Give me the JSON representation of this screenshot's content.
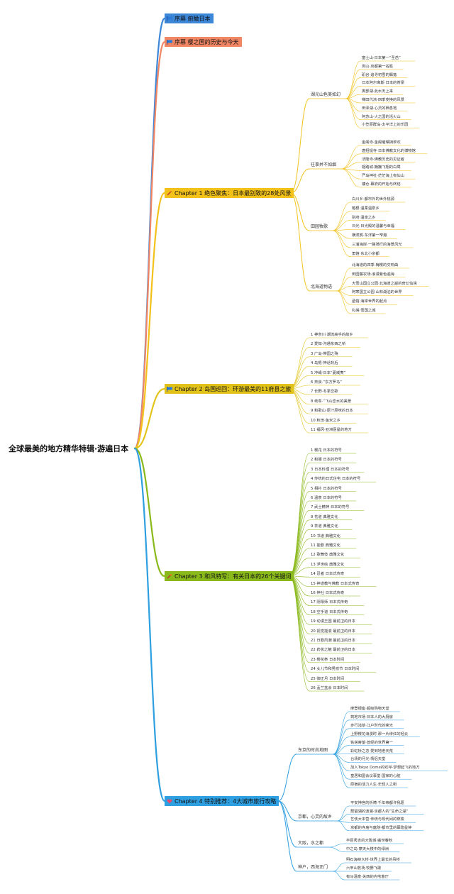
{
  "root": {
    "title": "全球最美的地方精华特辑·游遍日本"
  },
  "branches": [
    {
      "id": "b0",
      "label": "序幕 俯瞰日本",
      "bg": "#3d87d9",
      "fg": "#111111",
      "icon": "flag",
      "color": "#3d87d9"
    },
    {
      "id": "b1",
      "label": "序幕 樱之国的历史与今天",
      "bg": "#f08664",
      "fg": "#111111",
      "icon": "flag",
      "color": "#f08664"
    },
    {
      "id": "b2",
      "label": "Chapter 1 绝色聚焦：日本最别致的28处风景",
      "bg": "#f2c21b",
      "fg": "#111111",
      "icon": "star",
      "color": "#f2c21b",
      "subs": [
        {
          "label": "湖光山色美如幻",
          "leaves": [
            "富士山·日本第一“圣岳”",
            "岚山·京都第一名胜",
            "矶谷·追寻初雪的飘落",
            "日本阿尔卑斯·日本的脊梁",
            "奥部湖·此水天上来",
            "梯田代浓·四季变换的风景",
            "田泽湖·心灵的栖息地",
            "阿苏山·火之国的活火山",
            "小笠原群岛·太平洋上的乐园"
          ]
        },
        {
          "label": "往事并不如烟",
          "leaves": [
            "金阁寺·金阁璀璨拥翠欢",
            "唐招提寺·日本佛教文化的博物馆",
            "法隆寺·佛教历史的见证者",
            "姬路城·巍巍飞翔的白鹭",
            "严岛神社·茫茫海上有仙山",
            "镰仓·幕府的开始与终结"
          ]
        },
        {
          "label": "田园牧歌",
          "leaves": [
            "白川乡·都市外的世外桃源",
            "箱根·温柔温泉乡",
            "别府·温泉之乡",
            "日光·日光殿的温馨与幸福",
            "横滨賀·东洋第一窄港",
            "三浦海岸·一路骑行的海景风光",
            "角馆·东北小京都"
          ]
        },
        {
          "label": "北海道物语",
          "leaves": [
            "北海道的四季·梅樱的交响曲",
            "田园藤农场·浪漫紫色遍海",
            "大雪山国立公园·北海道之巅的奇幻仙境",
            "阿寒国立公园·山林湖泊的世界",
            "函馆·海岸世界的起点",
            "札幌·雪国之城"
          ]
        }
      ]
    },
    {
      "id": "b3",
      "label": "Chapter 2 岛国巡回：环游最美的11府县之旅",
      "bg": "#e0c21a",
      "fg": "#111111",
      "icon": "flag",
      "color": "#e3c41c",
      "leaves": [
        "1 神奈川·潮流高手的故乡",
        "2 爱知·沟通东西之桥",
        "3 广岛·带国之殇",
        "4 岛根·神话背后",
        "5 冲绳·日本“夏威夷”",
        "6 奈良·“东方罗马”",
        "7 长野·冬季恋歌",
        "8 岐阜·“飞山恋水的美景",
        "9 和歌山·原汁原味的日本",
        "10 秋田·鱼米之乡",
        "11 福冈·亚洲医星的地方"
      ]
    },
    {
      "id": "b4",
      "label": "Chapter 3 和风特写：有关日本的26个关键词",
      "bg": "#8ab91b",
      "fg": "#111111",
      "icon": "star",
      "color": "#8ab91b",
      "leaves": [
        "1 樱花 日本的符号",
        "2 和服 日本的符号",
        "3 日本料理 日本的符号",
        "4 传统的日式住宅 日本的符号",
        "5 相扑 日本的符号",
        "6 温泉 日本的符号",
        "7 武士精神 日本的符号",
        "8 花道 典雅文化",
        "9 茶道 典雅文化",
        "10 书道 典雅文化",
        "11 能剧 典雅文化",
        "12 歌舞伎 典雅文化",
        "13 浮世绘 典雅文化",
        "14 忍者 日本式传奇",
        "15 神道教与佛教 日本式传奇",
        "16 神社 日本式传奇",
        "17 阴阳师 日本式传奇",
        "18 空手道 日本式传奇",
        "19 动漫王国 最前卫的日本",
        "20 视觉摇滚 最前卫的日本",
        "21 日剧风潮 最前卫的日本",
        "22 药妆之魅 最前卫的日本",
        "23 樱花祭 日本时间",
        "24 女儿节和男孩节 日本时间",
        "25 御正月 日本时间",
        "26 盂兰盆会 日本时间"
      ]
    },
    {
      "id": "b5",
      "label": "Chapter 4 特别推荐：4大城市旅行攻略",
      "bg": "#2e9fe0",
      "fg": "#111111",
      "icon": "heart",
      "color": "#2e9fe0",
      "subs": [
        {
          "label": "东京的时尚地图",
          "leaves": [
            "摩登银座·超级购物天堂",
            "筑地市场·日本人的大厨房",
            "步行浅草·江户时代的荣光",
            "上野樱花浪漫时·那一片绯红的轻云",
            "铁塔寄望·曾经的世界第一",
            "彩虹桥之恋·爱到地老天荒",
            "台场的月光·情侣天堂",
            "加入Tokyo Dome的欢呼·梦想起飞的地方",
            "皇居和国会议事堂·国家的心脏",
            "原宿的活力人生·年轻人之街"
          ]
        },
        {
          "label": "京都，心灵的故乡",
          "leaves": [
            "平安神宫的祈祷·千年帝都许我愿",
            "琵琶湖的波澜·京都人的“生命之湖”",
            "艺伎大本营·传统与现代间的穿梭",
            "京都的寺庙与庭院·都市里的幕隐星钟"
          ]
        },
        {
          "label": "大阪，水之都",
          "leaves": [
            "丰臣秀吉的大阪城·盛世春秋",
            "中之岛·摩天大楼中的绿洲"
          ]
        },
        {
          "label": "神户，西海正门",
          "leaves": [
            "明石海峡大桥·世界上最长的吊桥",
            "六甲山牧场·牧野飞歌",
            "有马温泉·关西的内宅客厅"
          ]
        }
      ]
    }
  ]
}
